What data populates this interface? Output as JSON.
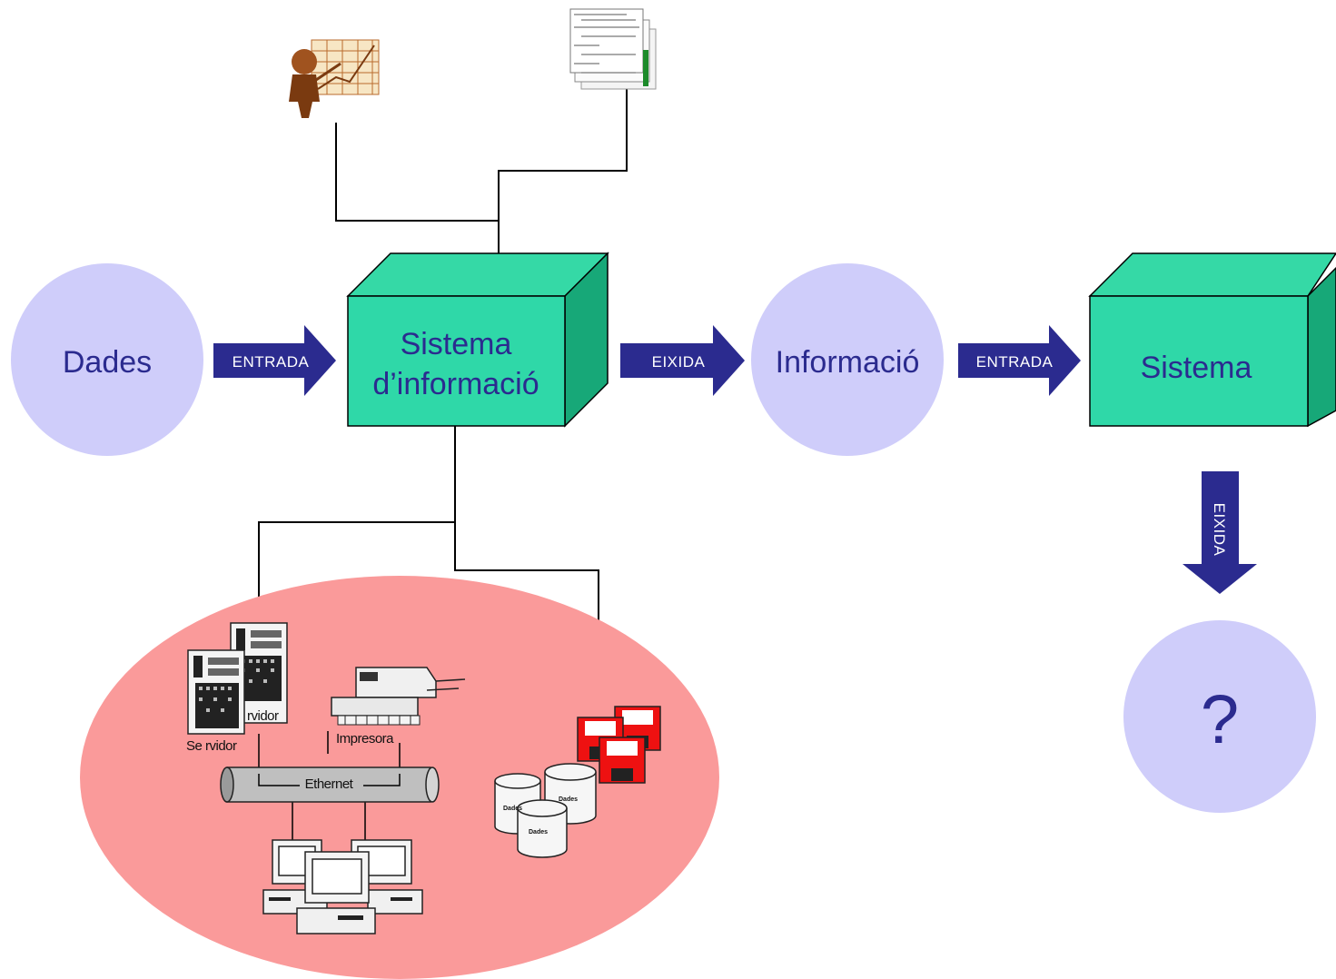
{
  "nodes": {
    "dades": "Dades",
    "sistema_informacio_line1": "Sistema",
    "sistema_informacio_line2": "d’informació",
    "informacio": "Informació",
    "sistema": "Sistema",
    "unknown": "?"
  },
  "arrows": {
    "entrada_1": "ENTRADA",
    "eixida_1": "EIXIDA",
    "entrada_2": "ENTRADA",
    "eixida_2": "EIXIDA"
  },
  "network": {
    "servidor_top": "rvidor",
    "servidor_bottom": "Se rvidor",
    "impresora": "Impresora",
    "ethernet": "Ethernet",
    "disk_label": "Dades"
  },
  "colors": {
    "circle": "#cfcdfa",
    "cube_front": "#2fd8a8",
    "cube_top": "#35d9a6",
    "cube_side": "#17a878",
    "arrow": "#2b2b8f",
    "network_ellipse": "#fa9a9a",
    "label_text": "#2b2b8f"
  },
  "icons": [
    "chart-presenter-icon",
    "documents-icon",
    "server-icon",
    "printer-icon",
    "ethernet-bus-icon",
    "workstation-icon",
    "database-icon",
    "floppy-disk-icon"
  ]
}
